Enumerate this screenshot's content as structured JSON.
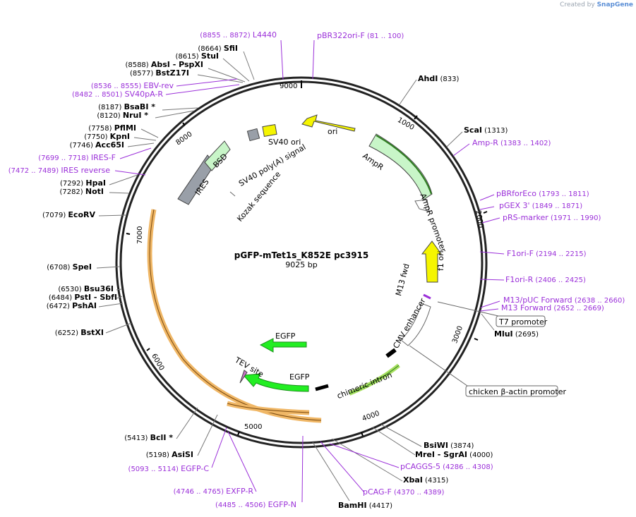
{
  "credit": {
    "prefix": "Created by",
    "brand": "SnapGene"
  },
  "plasmid": {
    "name": "pGFP-mTet1s_K852E  pc3915",
    "length": "9025 bp"
  },
  "ticks": [
    "1000",
    "2000",
    "3000",
    "4000",
    "5000",
    "6000",
    "7000",
    "8000",
    "9000"
  ],
  "sites_left": [
    {
      "pos": "(8664)",
      "name": "SfiI"
    },
    {
      "pos": "(8615)",
      "name": "StuI"
    },
    {
      "pos": "(8588)",
      "name": "AbsI  - PspXI"
    },
    {
      "pos": "(8577)",
      "name": "BstZ17I"
    },
    {
      "pos": "(8187)",
      "name": "BsaBI *"
    },
    {
      "pos": "(8120)",
      "name": "NruI *"
    },
    {
      "pos": "(7758)",
      "name": "PflMI"
    },
    {
      "pos": "(7750)",
      "name": "KpnI"
    },
    {
      "pos": "(7746)",
      "name": "Acc65I"
    },
    {
      "pos": "(7292)",
      "name": "HpaI"
    },
    {
      "pos": "(7282)",
      "name": "NotI"
    },
    {
      "pos": "(7079)",
      "name": "EcoRV"
    },
    {
      "pos": "(6708)",
      "name": "SpeI"
    },
    {
      "pos": "(6530)",
      "name": "Bsu36I"
    },
    {
      "pos": "(6484)",
      "name": "PstI  - SbfI"
    },
    {
      "pos": "(6472)",
      "name": "PshAI"
    },
    {
      "pos": "(6252)",
      "name": "BstXI"
    },
    {
      "pos": "(5413)",
      "name": "BclI *"
    },
    {
      "pos": "(5198)",
      "name": "AsiSI"
    }
  ],
  "sites_right": [
    {
      "name": "AhdI",
      "pos": "(833)"
    },
    {
      "name": "ScaI",
      "pos": "(1313)"
    },
    {
      "name": "MluI",
      "pos": "(2695)"
    },
    {
      "name": "BsiWI",
      "pos": "(3874)"
    },
    {
      "name": "MreI  - SgrAI",
      "pos": "(4000)"
    },
    {
      "name": "XbaI",
      "pos": "(4315)"
    },
    {
      "name": "BamHI",
      "pos": "(4417)"
    }
  ],
  "primers_left": [
    {
      "range": "(8855 .. 8872)",
      "name": "L4440"
    },
    {
      "range": "(8536 .. 8555)",
      "name": "EBV-rev"
    },
    {
      "range": "(8482 .. 8501)",
      "name": "SV40pA-R"
    },
    {
      "range": "(7699 .. 7718)",
      "name": "IRES-F"
    },
    {
      "range": "(7472 .. 7489)",
      "name": "IRES reverse"
    },
    {
      "range": "(5093 .. 5114)",
      "name": "EGFP-C"
    },
    {
      "range": "(4746 .. 4765)",
      "name": "EXFP-R"
    },
    {
      "range": "(4485 .. 4506)",
      "name": "EGFP-N"
    }
  ],
  "primers_right": [
    {
      "name": "pBR322ori-F",
      "range": "(81 .. 100)"
    },
    {
      "name": "Amp-R",
      "range": "(1383 .. 1402)"
    },
    {
      "name": "pBRforEco",
      "range": "(1793 .. 1811)"
    },
    {
      "name": "pGEX 3'",
      "range": "(1849 .. 1871)"
    },
    {
      "name": "pRS-marker",
      "range": "(1971 .. 1990)"
    },
    {
      "name": "F1ori-F",
      "range": "(2194 .. 2215)"
    },
    {
      "name": "F1ori-R",
      "range": "(2406 .. 2425)"
    },
    {
      "name": "M13/pUC Forward",
      "range": "(2638 .. 2660)"
    },
    {
      "name": "M13 Forward",
      "range": "(2652 .. 2669)"
    },
    {
      "name": "pCAGGS-5",
      "range": "(4286 .. 4308)"
    },
    {
      "name": "pCAG-F",
      "range": "(4370 .. 4389)"
    }
  ],
  "boxed_labels": {
    "t7": "T7 promoter",
    "cba": "chicken β-actin promoter"
  },
  "features": {
    "ori": "ori",
    "ampr": "AmpR",
    "ampr_promoter": "AmpR promoter",
    "f1ori": "f1 ori",
    "m13fwd": "M13 fwd",
    "cmv": "CMV enhancer",
    "chimeric": "chimeric intron",
    "egfp1": "EGFP",
    "egfp2": "EGFP",
    "tev": "TEV site",
    "kozak": "Kozak sequence",
    "ires": "IRES",
    "bsd": "BSD",
    "sv40polya": "SV40 poly(A) signal",
    "sv40ori": "SV40 ori"
  },
  "colors": {
    "primer": "#9b30d9",
    "ori": "#f5f500",
    "ampr": "#c8f5c8",
    "egfp": "#22ee22",
    "ires": "#999fa8",
    "bsd": "#c8f5c8",
    "orf": "#f0b766",
    "intron": "#a8e060",
    "tev": "#c874c8"
  }
}
